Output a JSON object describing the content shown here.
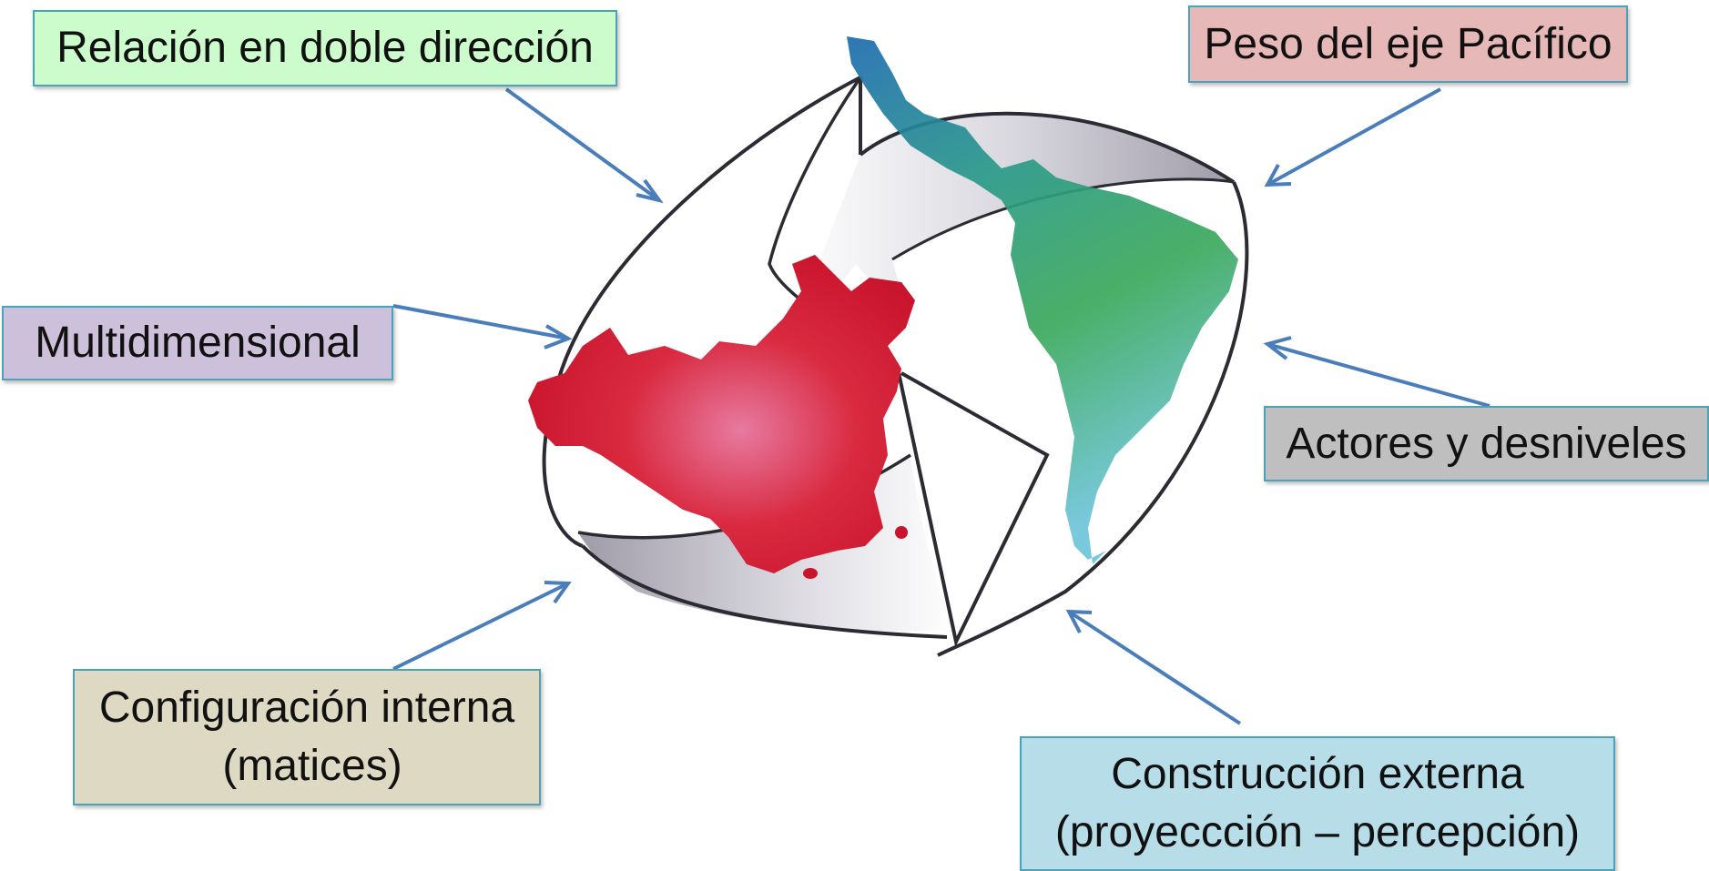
{
  "labels": {
    "relacion": "Relación en doble dirección",
    "peso": "Peso del eje Pacífico",
    "multidimensional": "Multidimensional",
    "actores": "Actores y desniveles",
    "configuracion": {
      "line1": "Configuración interna",
      "line2": "(matices)"
    },
    "construccion": {
      "line1": "Construcción externa",
      "line2": "(proyeccción – percepción)"
    }
  },
  "colors": {
    "relacion_bg": "#ccfccc",
    "peso_bg": "#e6b8b7",
    "multidimensional_bg": "#ccc0da",
    "actores_bg": "#bfbfbf",
    "configuracion_bg": "#ddd9c3",
    "construccion_bg": "#b7dde8",
    "arrow": "#4a7ebb",
    "china": "#d42a3c",
    "latam": "#2fae72"
  }
}
